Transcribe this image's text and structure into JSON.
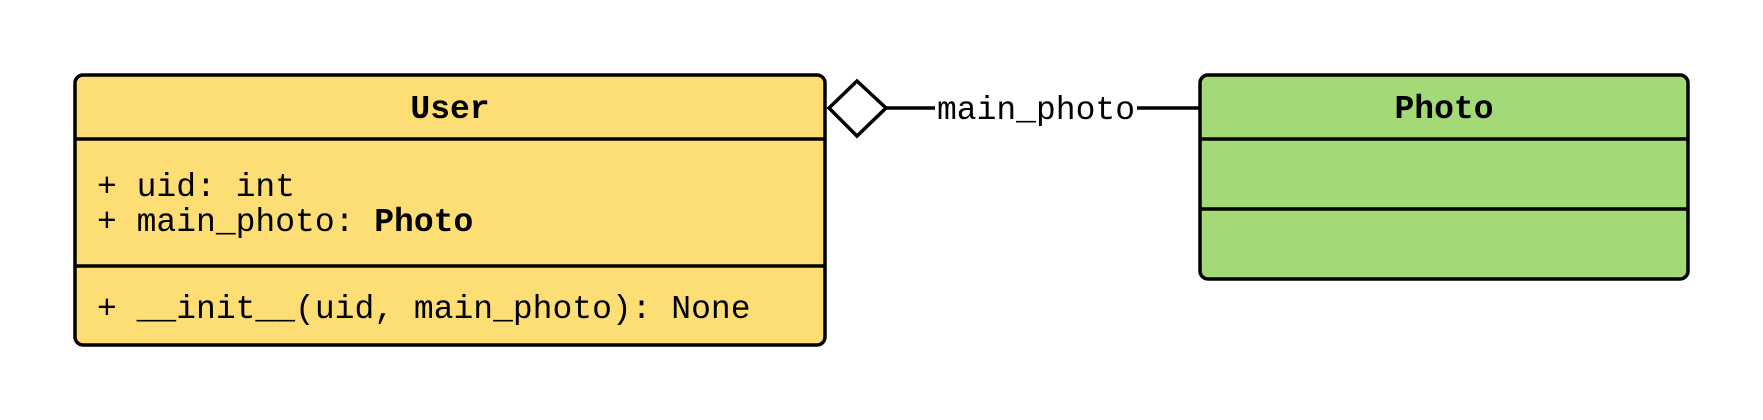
{
  "classes": [
    {
      "name": "User",
      "color": "#FDDE75",
      "attributes": [
        {
          "prefix": "+ uid: ",
          "type": "int"
        },
        {
          "prefix": "+ main_photo: ",
          "type": "Photo"
        }
      ],
      "methods": [
        "+ __init__(uid, main_photo): None"
      ]
    },
    {
      "name": "Photo",
      "color": "#A3D977",
      "attributes": [],
      "methods": []
    }
  ],
  "relation": {
    "type": "aggregation",
    "label": "main_photo",
    "from": "User",
    "to": "Photo"
  }
}
